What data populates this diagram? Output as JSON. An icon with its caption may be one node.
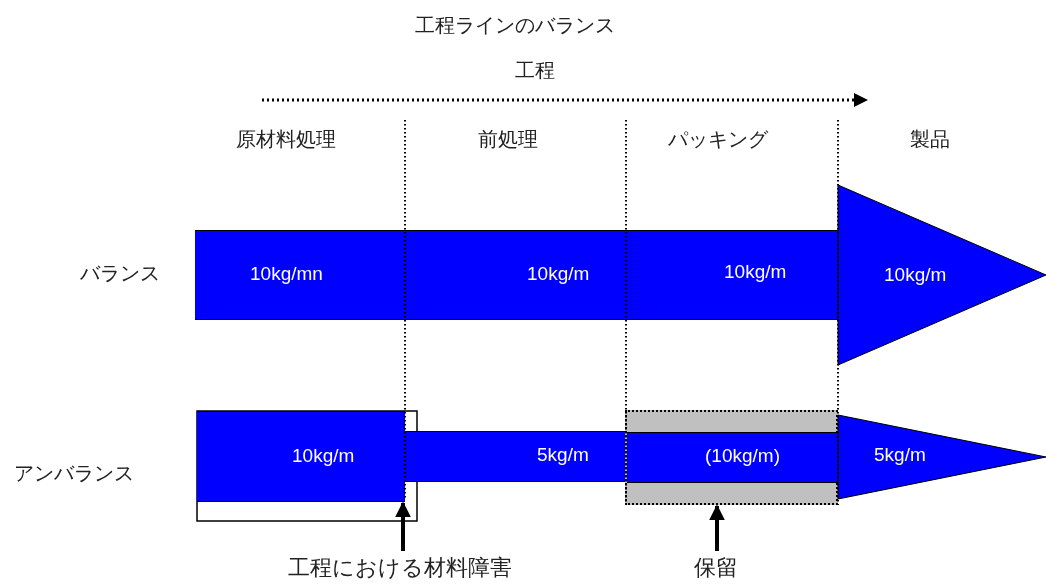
{
  "diagram": {
    "title": "工程ラインのバランス",
    "nodes": [
      {
        "text": [
          "10kg/mn",
          "10kg/m",
          "10kg/m"
        ]
      },
      {
        "text": [
          "10kg/m"
        ]
      },
      {
        "text": [
          "10kg/m"
        ]
      },
      {
        "text": [
          "5kg/m"
        ]
      },
      {
        "text": [],
        "shape": "box"
      },
      {
        "text": [
          "(10kg/m)"
        ],
        "in": 4
      },
      {
        "text": [
          "5kg/m"
        ]
      },
      {
        "text": [
          "工程における材料障害"
        ]
      },
      {
        "text": [
          "保留"
        ]
      }
    ],
    "edges": [
      {
        "from": 7,
        "to": 2,
        "arrow": "to"
      },
      {
        "from": 8,
        "to": 4,
        "arrow": "to"
      }
    ],
    "labels": [
      "工程",
      "原材料処理",
      "前処理",
      "パッキング",
      "製品",
      "バランス",
      "アンバランス"
    ]
  }
}
